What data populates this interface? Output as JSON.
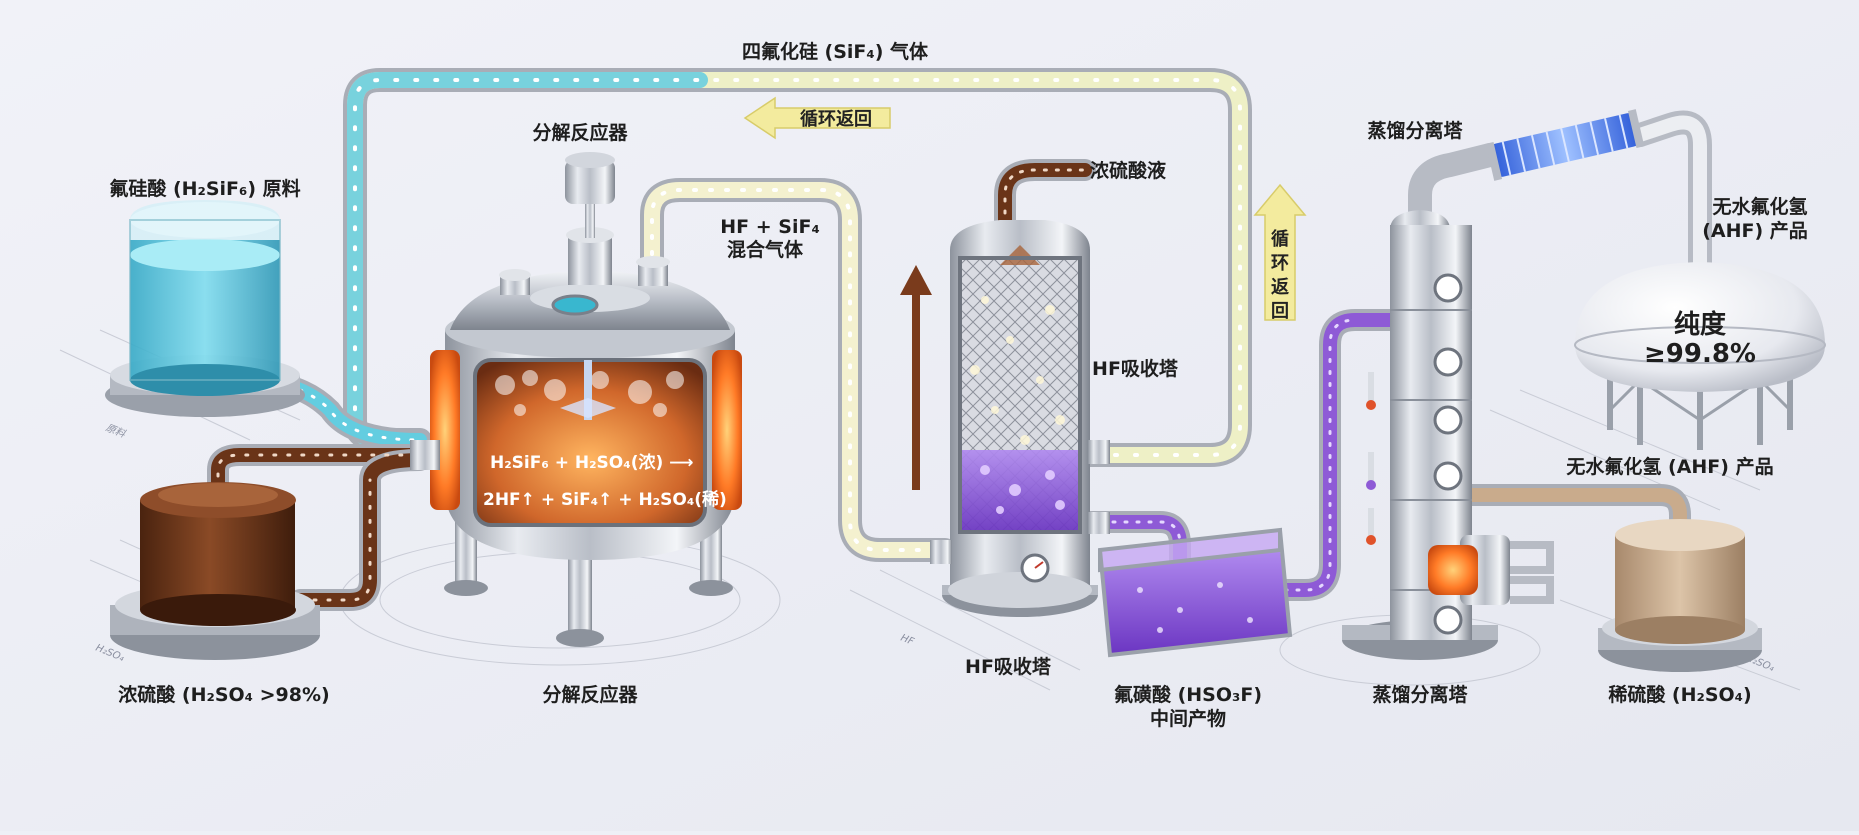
{
  "labels": {
    "sif4_gas": "四氟化硅 (SiF₄) 气体",
    "recycle_top": "循环返回",
    "reactor_top": "分解反应器",
    "h2sif6_feed": "氟硅酸 (H₂SiF₆) 原料",
    "hf_sif4_line1": "HF + SiF₄",
    "hf_sif4_line2": "混合气体",
    "conc_acid_liquid": "浓硫酸液",
    "absorber_mid": "HF吸收塔",
    "recycle_vertical": "循环返回",
    "distill_top": "蒸馏分离塔",
    "ahf_top_line1": "无水氟化氢",
    "ahf_top_line2": "(AHF) 产品",
    "purity_line1": "纯度",
    "purity_line2": "≥99.8%",
    "ahf_product": "无水氟化氢 (AHF) 产品",
    "conc_h2so4": "浓硫酸 (H₂SO₄ >98%)",
    "reactor_bottom": "分解反应器",
    "absorber_bottom": "HF吸收塔",
    "hso3f_line1": "氟磺酸 (HSO₃F)",
    "hso3f_line2": "中间产物",
    "distill_bottom": "蒸馏分离塔",
    "dilute_h2so4": "稀硫酸 (H₂SO₄)"
  },
  "equation": {
    "line1": "H₂SiF₆ + H₂SO₄(浓) ⟶",
    "line2": "2HF↑ + SiF₄↑ + H₂SO₄(稀)"
  },
  "floor_tags": {
    "feed": "原料",
    "acid": "H₂SO₄",
    "absorber": "HF",
    "dilute": "H₂SO₄"
  },
  "colors": {
    "feed_liquid": "#5cc6dc",
    "conc_acid": "#6a3418",
    "fluorosulfonic": "#8e5ad6",
    "dilute_acid": "#c9ab8c",
    "sif4_pipe": "#e9e6b8",
    "heat": "#ff7a26"
  }
}
